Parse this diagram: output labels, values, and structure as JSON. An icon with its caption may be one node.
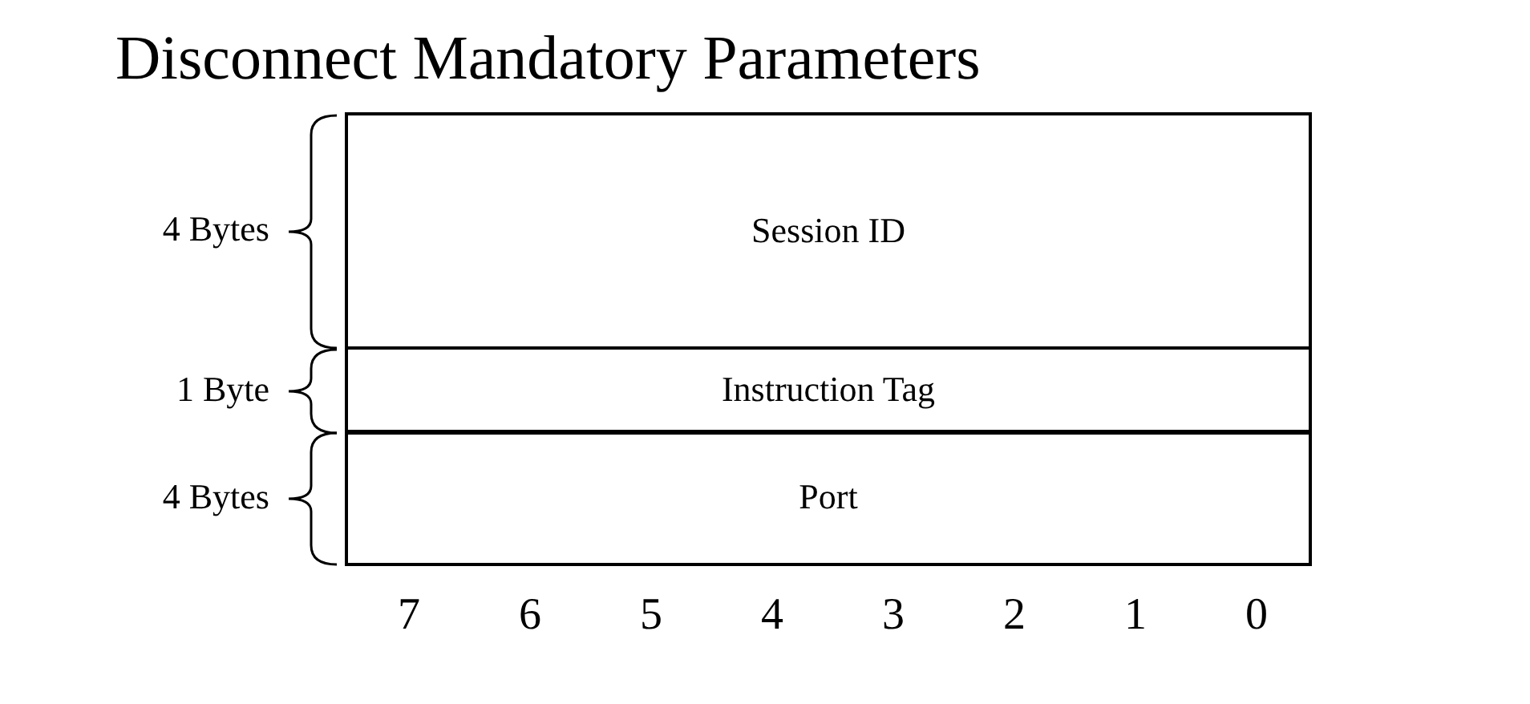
{
  "diagram": {
    "title": "Disconnect Mandatory Parameters",
    "nodes": [
      {
        "text": [
          "Session ID"
        ],
        "beside": [
          "4 Bytes"
        ]
      },
      {
        "text": [
          "Instruction Tag"
        ],
        "beside": [
          "1 Byte"
        ]
      },
      {
        "text": [
          "Port"
        ],
        "beside": [
          "4 Bytes"
        ]
      }
    ],
    "labels": [
      "7",
      "6",
      "5",
      "4",
      "3",
      "2",
      "1",
      "0"
    ]
  }
}
